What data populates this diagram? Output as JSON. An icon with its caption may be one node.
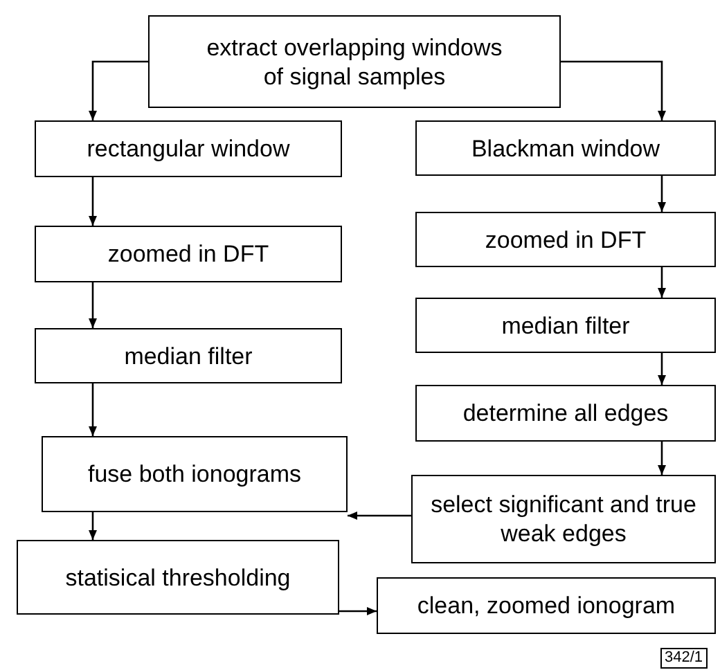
{
  "diagram": {
    "nodes": [
      {
        "text": [
          "extract overlapping windows of signal samples"
        ]
      },
      {
        "text": [
          "rectangular window"
        ]
      },
      {
        "text": [
          "Blackman window"
        ]
      },
      {
        "text": [
          "zoomed in DFT"
        ]
      },
      {
        "text": [
          "zoomed in DFT"
        ]
      },
      {
        "text": [
          "median filter"
        ]
      },
      {
        "text": [
          "median filter"
        ]
      },
      {
        "text": [
          "determine all edges"
        ]
      },
      {
        "text": [
          "fuse both ionograms"
        ]
      },
      {
        "text": [
          "select significant and true weak edges"
        ]
      },
      {
        "text": [
          "statisical thresholding"
        ]
      },
      {
        "text": [
          "clean, zoomed ionogram"
        ]
      }
    ],
    "edges": [
      {
        "from": 0,
        "to": 1,
        "arrow": "to"
      },
      {
        "from": 0,
        "to": 2,
        "arrow": "to"
      },
      {
        "from": 1,
        "to": 3,
        "arrow": "to"
      },
      {
        "from": 3,
        "to": 5,
        "arrow": "to"
      },
      {
        "from": 5,
        "to": 8,
        "arrow": "to"
      },
      {
        "from": 2,
        "to": 4,
        "arrow": "to"
      },
      {
        "from": 4,
        "to": 6,
        "arrow": "to"
      },
      {
        "from": 6,
        "to": 7,
        "arrow": "to"
      },
      {
        "from": 7,
        "to": 9,
        "arrow": "to"
      },
      {
        "from": 9,
        "to": 8,
        "arrow": "to"
      },
      {
        "from": 8,
        "to": 10,
        "arrow": "to"
      },
      {
        "from": 10,
        "to": 11,
        "arrow": "to"
      }
    ],
    "labels": [
      "342/1"
    ]
  }
}
